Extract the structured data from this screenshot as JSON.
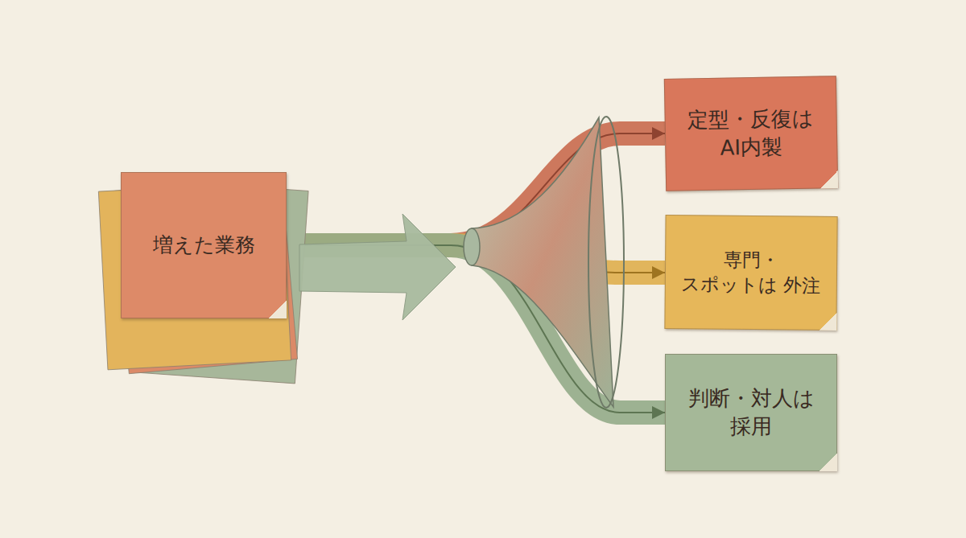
{
  "diagram": {
    "nodes": [
      {
        "text": [
          "増えた業務"
        ]
      },
      {
        "text": [
          "定型・反復は AI内製"
        ]
      },
      {
        "text": [
          "専門・スポットは 外注"
        ]
      },
      {
        "text": [
          "判断・対人は 採用"
        ]
      }
    ],
    "edges": [
      {
        "from": 0,
        "to": 1,
        "arrow": "to"
      },
      {
        "from": 0,
        "to": 2,
        "arrow": "to"
      },
      {
        "from": 0,
        "to": 3,
        "arrow": "to"
      }
    ]
  }
}
